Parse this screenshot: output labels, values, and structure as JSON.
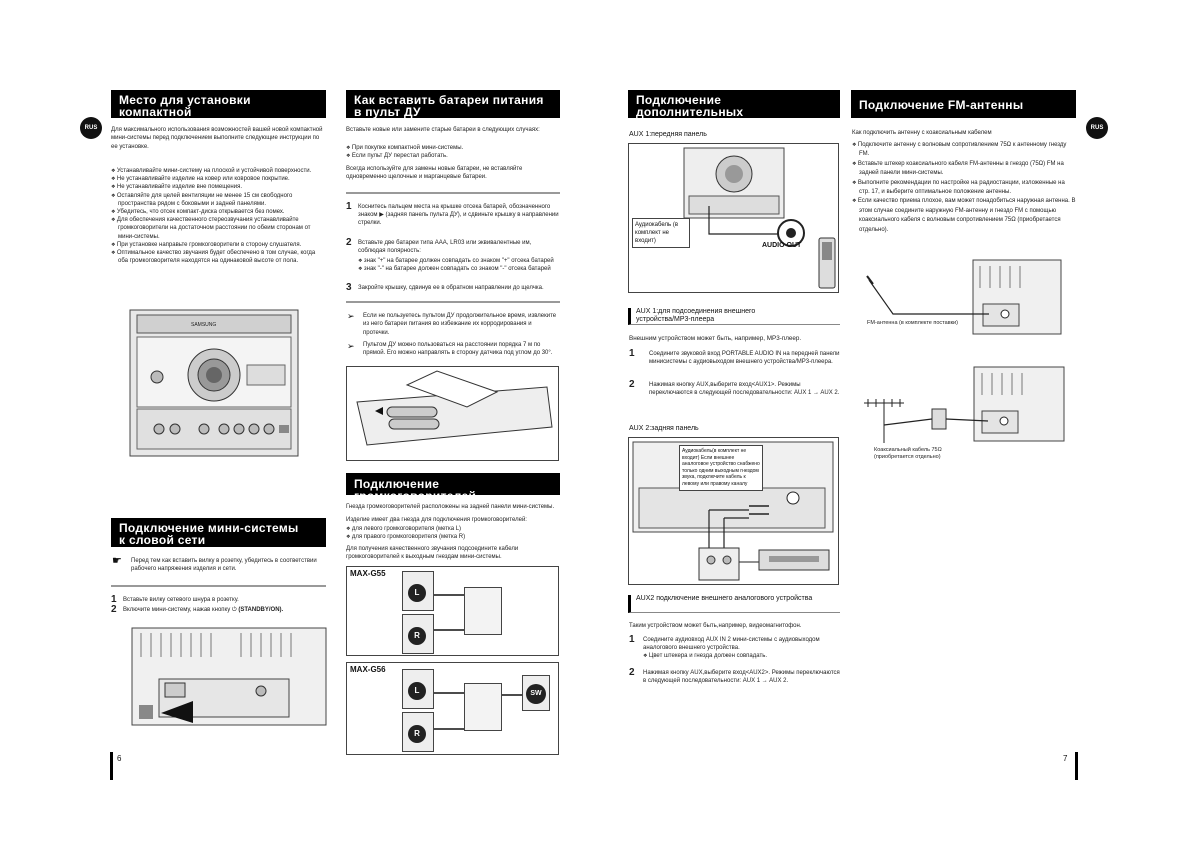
{
  "left_page": {
    "rus_badge": "RUS",
    "placement": {
      "title_l1": "Место для установки компактной",
      "title_l2": "мини-системы",
      "intro": "Для максимального использования возможностей вашей новой компактной мини-системы перед подключением выполните следующие инструкции по ее установке.",
      "bullets": [
        "Устанавливайте мини-систему на плоской и устойчивой поверхности.",
        "Не устанавливайте изделие на ковер или ковровое покрытие.",
        "Не устанавливайте изделие вне помещения.",
        "Оставляйте для целей вентиляции не менее 15 см свободного пространства рядом с боковыми и задней панелями.",
        "Убедитесь, что отсек компакт-диска открывается без помех.",
        "Для обеспечения качественного стереозвучания устанавливайте громкоговорители на достаточном расстоянии по обеим сторонам от мини-системы.",
        "При установке направьте громкоговорители в сторону слушателя.",
        "Оптимальное качество звучания будет обеспечено в том случае, когда оба громкоговорителя находятся на одинаковой высоте от пола."
      ],
      "device_brand": "SAMSUNG"
    },
    "power": {
      "title_l1": "Подключение мини-системы",
      "title_l2": "к словой сети",
      "note": "Перед тем как вставить вилку в розетку, убедитесь в соответствии рабочего напряжения изделия и сети.",
      "step1": "Вставьте вилку сетевого шнура в розетку.",
      "step2_pre": "Включите мини-систему, нажав кнопку",
      "step2_btn": "(STANDBY/ON)."
    },
    "battery": {
      "title_l1": "Как вставить батареи питания",
      "title_l2": "в пульт ДУ",
      "intro": "Вставьте новые или замените старые батареи в следующих случаях:",
      "bullets": [
        "При покупке компактной мини-системы.",
        "Если пульт ДУ перестал работать."
      ],
      "advice": "Всегда используйте для замены новые батареи, не вставляйте одновременно щелочные и марганцевые батареи.",
      "step1": "Коснитесь пальцем места на крышке отсека батарей, обозначенного знаком ▶ (задняя панель пульта ДУ), и сдвиньте крышку в направлении стрелки.",
      "step2": "Вставьте две батареи типа AAA, LR03 или эквивалентные им, соблюдая полярность:",
      "step2_bullets": [
        "знак \"+\" на батарее должен совпадать со знаком \"+\" отсека батарей",
        "знак \"-\" на батарее должен совпадать со знаком \"-\" отсека батарей"
      ],
      "step3": "Закройте крышку, сдвинув ее в обратном направлении до щелчка.",
      "note1": "Если не пользуетесь пультом ДУ продолжительное время, извлеките из него батареи питания во избежание их корродирования и протечки.",
      "note2": "Пультом ДУ можно пользоваться на расстоянии порядка 7 м по прямой. Его можно направлять в сторону датчика под углом до 30°."
    },
    "speakers": {
      "title": "Подключение громкоговорителей",
      "p1": "Гнезда громкоговорителей расположены на задней панели мини-системы.",
      "p2": "Изделие имеет два гнезда для подключения громкоговорителей:",
      "bullets": [
        "для левого громкоговорителя (метка L)",
        "для правого громкоговорителя (метка R)"
      ],
      "p3": "Для получения качественного звучания подсоедините кабели громкоговорителей к выходным гнездам мини-системы.",
      "model1": "MAX-G55",
      "model2": "MAX-G56",
      "left": "L",
      "right": "R",
      "sw": "SW"
    },
    "page_number": "6"
  },
  "right_page": {
    "rus_badge": "RUS",
    "aux": {
      "title_l1": "Подключение дополнительных",
      "title_l2": "устройств",
      "aux1_label": "AUX 1:передняя панель",
      "cable_label": "Аудиокабель (в комплект не входит)",
      "audio_out": "AUDIO OUT",
      "aux1_sub_l1": "AUX 1:для подсоединения внешнего",
      "aux1_sub_l2": "устройства/MP3-плеера",
      "aux1_intro": "Внешним устройством может быть, например, MP3-плеер.",
      "aux1_step1": "Соедините звуковой вход PORTABLE AUDIO IN на передней панели минисистемы с аудиовыходом внешнего устройства/MP3-плеера.",
      "aux1_step2": "Нажимая кнопку AUX,выберите вход<AUX1>. Режимы переключаются в следующей последовательности: AUX 1 → AUX 2.",
      "aux2_label": "AUX 2:задняя панель",
      "aux2_callout": "Аудиокабель(в комплект не входит) Если внешнее аналоговое устройство снабжено только одним выходным гнездом звука, подключите кабель к левому или правому каналу",
      "aux2_sub": "AUX2 подключение внешнего аналогового устройства",
      "aux2_intro": "Таким устройством может быть,например, видеомагнитофон.",
      "aux2_step1": "Соедините аудиовход AUX IN 2 мини-системы с аудиовыходом аналогового внешнего устройства.",
      "aux2_step1_bullet": "Цвет штекера и гнезда должен совпадать.",
      "aux2_step2": "Нажимая кнопку AUX,выберите вход<AUX2>. Режимы переключаются в следующей последовательности: AUX 1 → AUX 2."
    },
    "fm": {
      "title": "Подключение FM-антенны",
      "intro": "Как подключить антенну с коаксиальным кабелем",
      "bullets": [
        "Подключите антенну с волновым сопротивлением 75Ω к антенному гнезду FM.",
        "Вставьте штекер коаксиального кабеля FM-антенны в гнездо (75Ω) FM на задней панели мини-системы.",
        "Выполните рекомендации по настройке на радиостанции, изложенные на стр. 17, и выберите оптимальное положение антенны.",
        "Если качество приема плохое, вам может понадобиться наружная антенна. В этом случае соедините наружную FM-антенну и гнездо FM с помощью коаксиального кабеля с волновым сопротивлением 75Ω (приобретается отдельно)."
      ],
      "antenna_label": "FM-антенна (в комплекте поставки)",
      "coax_label_l1": "Коаксиальный кабель 75Ω",
      "coax_label_l2": "(приобретается отдельно)"
    },
    "page_number": "7"
  }
}
